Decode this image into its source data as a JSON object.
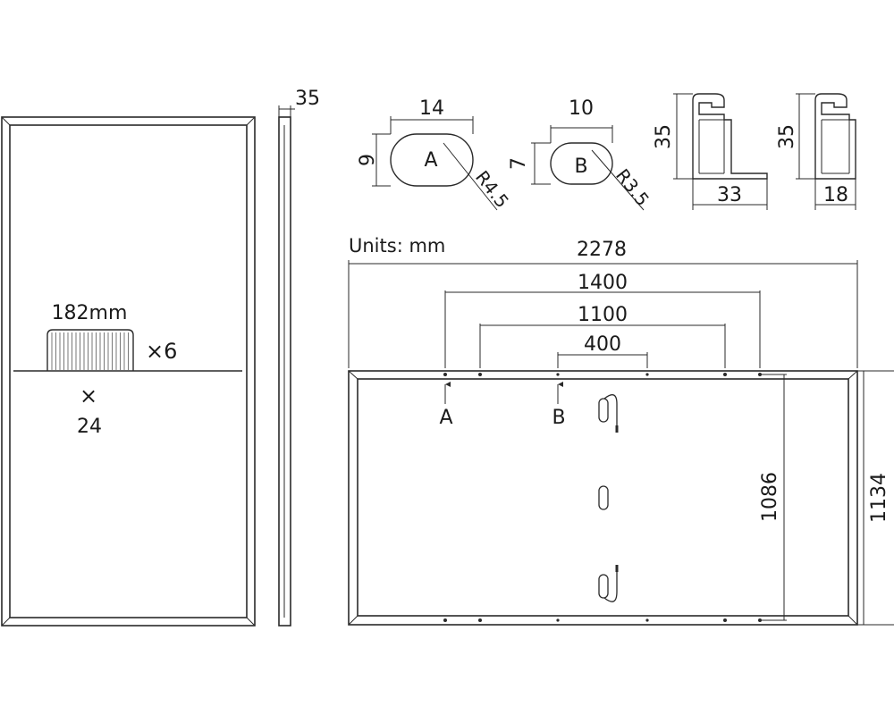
{
  "units_label": "Units: mm",
  "front_view": {
    "cell_width_label": "182mm",
    "columns_label": "×6",
    "rows_mark": "×",
    "rows_count": "24"
  },
  "side_view": {
    "thickness_label": "35"
  },
  "hole_a": {
    "letter": "A",
    "width": "14",
    "height": "9",
    "radius": "R4.5"
  },
  "hole_b": {
    "letter": "B",
    "width": "10",
    "height": "7",
    "radius": "R3.5"
  },
  "long_frame_profile": {
    "height": "35",
    "width": "33"
  },
  "short_frame_profile": {
    "height": "35",
    "width": "18"
  },
  "rear_view": {
    "overall_length": "2278",
    "span_1400": "1400",
    "span_1100": "1100",
    "span_400": "400",
    "overall_width": "1134",
    "inner_span": "1086",
    "label_a": "A",
    "label_b": "B"
  }
}
